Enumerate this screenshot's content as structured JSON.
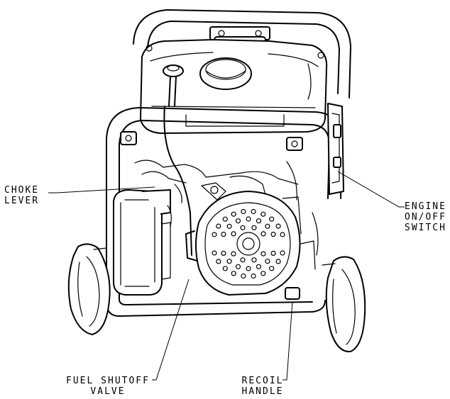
{
  "callouts": {
    "choke_lever": [
      "CHOKE",
      "LEVER"
    ],
    "engine_switch": [
      "ENGINE",
      "ON/OFF",
      "SWITCH"
    ],
    "fuel_valve": [
      "FUEL SHUTOFF",
      "VALVE"
    ],
    "recoil_handle": [
      "RECOIL",
      "HANDLE"
    ]
  },
  "colors": {
    "line": "#000000",
    "background": "#ffffff"
  }
}
